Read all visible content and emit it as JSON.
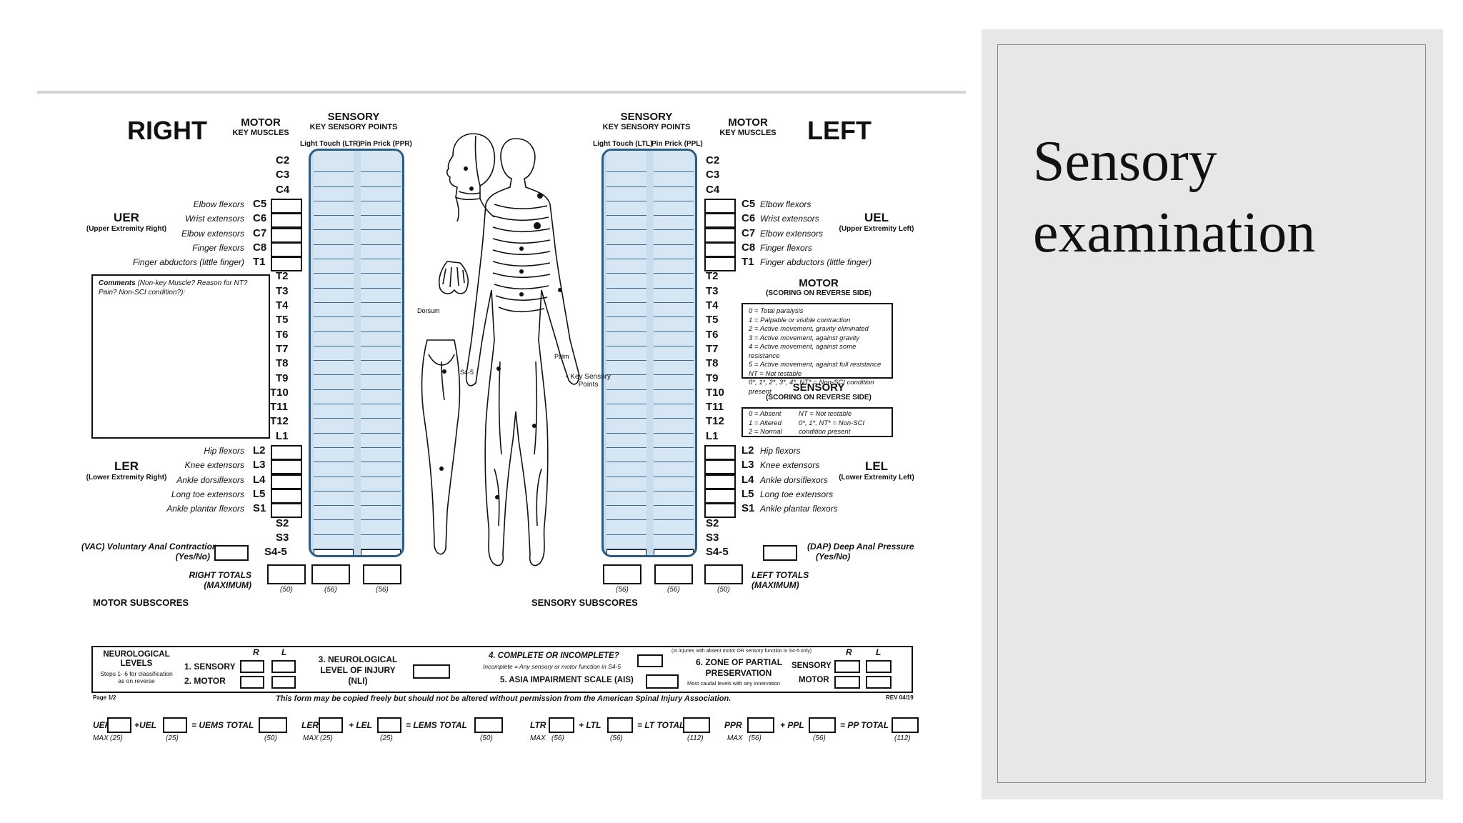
{
  "slide": {
    "title_line1": "Sensory",
    "title_line2": "examination"
  },
  "form": {
    "right_title": "RIGHT",
    "left_title": "LEFT",
    "motor_header": "MOTOR",
    "key_muscles": "KEY MUSCLES",
    "sensory_header": "SENSORY",
    "key_sensory_points": "KEY SENSORY POINTS",
    "right_ltr": "Light Touch (LTR)",
    "right_ppr": "Pin Prick (PPR)",
    "left_ltl": "Light Touch (LTL)",
    "left_ppl": "Pin Prick (PPL)",
    "levels": [
      "C2",
      "C3",
      "C4",
      "C5",
      "C6",
      "C7",
      "C8",
      "T1",
      "T2",
      "T3",
      "T4",
      "T5",
      "T6",
      "T7",
      "T8",
      "T9",
      "T10",
      "T11",
      "T12",
      "L1",
      "L2",
      "L3",
      "L4",
      "L5",
      "S1",
      "S2",
      "S3",
      "S4-5"
    ],
    "muscles": {
      "C5": "Elbow flexors",
      "C6": "Wrist extensors",
      "C7": "Elbow extensors",
      "C8": "Finger flexors",
      "T1": "Finger abductors (little finger)",
      "L2": "Hip flexors",
      "L3": "Knee extensors",
      "L4": "Ankle dorsiflexors",
      "L5": "Long toe extensors",
      "S1": "Ankle plantar flexors"
    },
    "uer": "UER",
    "uer_sub": "(Upper Extremity Right)",
    "uel": "UEL",
    "uel_sub": "(Upper Extremity Left)",
    "ler": "LER",
    "ler_sub": "(Lower Extremity Right)",
    "lel": "LEL",
    "lel_sub": "(Lower Extremity Left)",
    "comments_bold": "Comments",
    "comments_rest": " (Non-key Muscle? Reason for NT? Pain? Non-SCI condition?):",
    "motor_scoring_title": "MOTOR",
    "motor_scoring_sub": "(SCORING ON REVERSE SIDE)",
    "motor_scale": [
      "0 = Total paralysis",
      "1 = Palpable or visible contraction",
      "2 = Active movement, gravity eliminated",
      "3 = Active movement, against gravity",
      "4 = Active movement, against some resistance",
      "5 = Active movement, against full resistance",
      "NT = Not testable",
      "0*, 1*, 2*, 3*, 4*, NT* = Non-SCI condition present"
    ],
    "sensory_scoring_title": "SENSORY",
    "sensory_scoring_sub": "(SCORING ON REVERSE SIDE)",
    "sensory_scale_a": [
      "0 = Absent",
      "1 = Altered",
      "2 = Normal"
    ],
    "sensory_scale_b": [
      "NT = Not testable",
      "0*, 1*, NT* = Non-SCI",
      "condition present"
    ],
    "dermatome_labels": {
      "dorsum": "Dorsum",
      "palm": "Palm",
      "key_points": "• Key Sensory\nPoints",
      "s45": "S4-5"
    },
    "vac": "(VAC) Voluntary Anal Contraction",
    "vac_yn": "(Yes/No)",
    "dap": "(DAP) Deep Anal Pressure",
    "dap_yn": "(Yes/No)",
    "right_totals": "RIGHT TOTALS",
    "left_totals": "LEFT TOTALS",
    "maximum": "(MAXIMUM)",
    "max_50": "(50)",
    "max_56": "(56)",
    "motor_subscores": "MOTOR SUBSCORES",
    "sensory_subscores": "SENSORY SUBSCORES",
    "sub_uer": "UER",
    "sub_uel": "+UEL",
    "sub_uems": "= UEMS TOTAL",
    "sub_ler": "LER",
    "sub_lel": "+ LEL",
    "sub_lems": "= LEMS TOTAL",
    "sub_ltr": "LTR",
    "sub_ltl": "+ LTL",
    "sub_lt": "= LT TOTAL",
    "sub_ppr": "PPR",
    "sub_ppl": "+ PPL",
    "sub_pp": "= PP TOTAL",
    "sub_max": "MAX",
    "sub_25": "(25)",
    "sub_50": "(50)",
    "sub_56": "(56)",
    "sub_112": "(112)",
    "neuro_title": "NEUROLOGICAL\nLEVELS",
    "neuro_note": "Steps 1- 6 for classification\nas on reverse",
    "neuro_r": "R",
    "neuro_l": "L",
    "neuro_1": "1. SENSORY",
    "neuro_2": "2. MOTOR",
    "nli": "3. NEUROLOGICAL\nLEVEL OF INJURY\n(NLI)",
    "complete": "4. COMPLETE OR INCOMPLETE?",
    "complete_note": "Incomplete = Any sensory or motor function in S4-5",
    "ais": "5. ASIA IMPAIRMENT SCALE (AIS)",
    "zpp_note": "(In injuries with absent motor OR sensory function in S4-5 only)",
    "zpp": "6. ZONE OF PARTIAL\nPRESERVATION",
    "zpp_sub": "Most caudal levels with any innervation",
    "zpp_sensory": "SENSORY",
    "zpp_motor": "MOTOR",
    "page": "Page 1/2",
    "footer": "This form may be copied freely but should not be altered without permission from the American Spinal Injury Association.",
    "rev": "REV 04/19"
  }
}
